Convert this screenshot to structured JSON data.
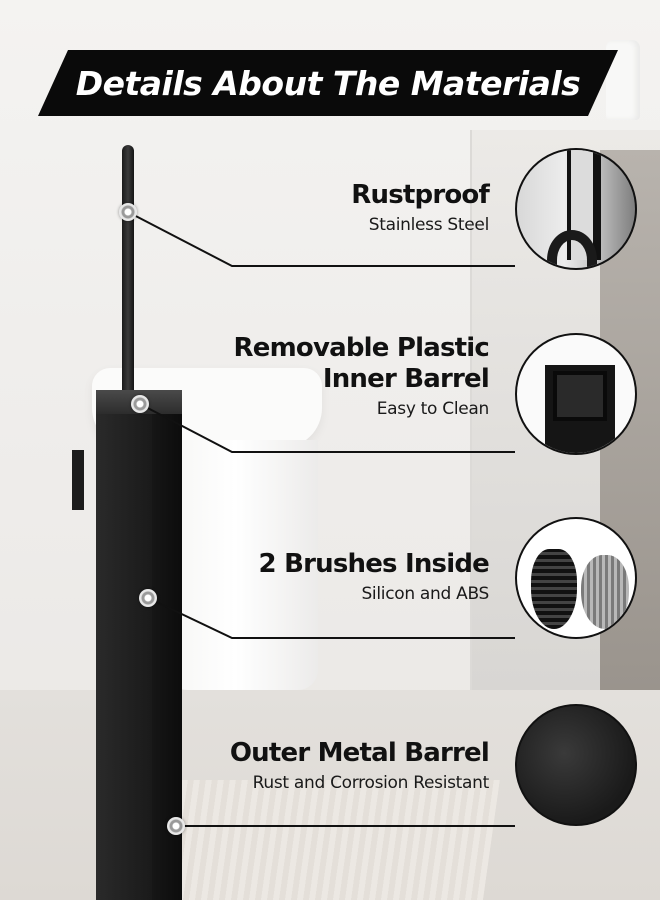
{
  "title": "Details About The Materials",
  "features": [
    {
      "title": "Rustproof",
      "subtitle": "Stainless Steel",
      "image_icon": "stainless-rod-photo"
    },
    {
      "title_line1": "Removable Plastic",
      "title_line2": "Inner Barrel",
      "subtitle": "Easy to Clean",
      "image_icon": "inner-barrel-photo"
    },
    {
      "title": "2 Brushes Inside",
      "subtitle": "Silicon and ABS",
      "image_icon": "brush-heads-photo"
    },
    {
      "title": "Outer Metal Barrel",
      "subtitle": "Rust and Corrosion Resistant",
      "image_icon": "metal-texture-photo"
    }
  ],
  "colors": {
    "banner": "#0a0a0a",
    "banner_text": "#ffffff",
    "product": "#1a1a1a",
    "text": "#111111"
  }
}
